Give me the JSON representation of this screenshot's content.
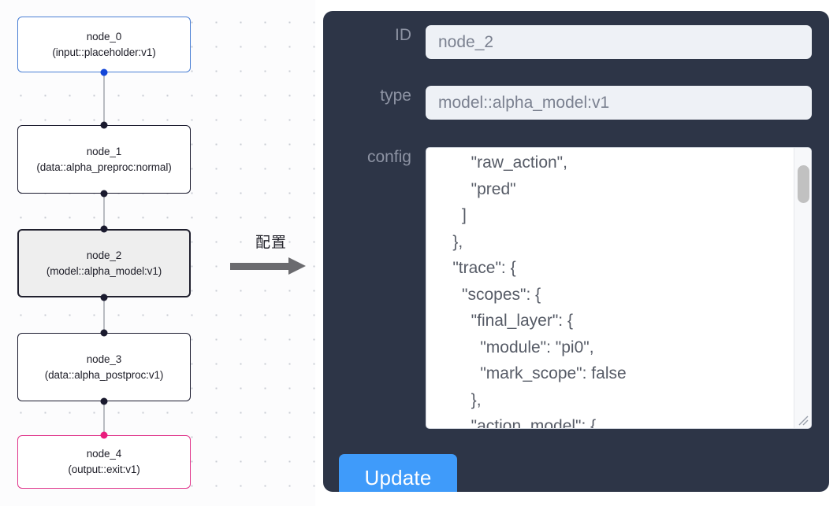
{
  "graph": {
    "nodes": [
      {
        "id": "node_0",
        "label": "node_0",
        "sublabel": "(input::placeholder:v1)",
        "kind": "input",
        "selected": false,
        "border_color": "#4a7fd4"
      },
      {
        "id": "node_1",
        "label": "node_1",
        "sublabel": "(data::alpha_preproc:normal)",
        "kind": "default",
        "selected": false,
        "border_color": "#1a1a2e"
      },
      {
        "id": "node_2",
        "label": "node_2",
        "sublabel": "(model::alpha_model:v1)",
        "kind": "model",
        "selected": true,
        "border_color": "#20202e",
        "fill_color": "#eeeeee"
      },
      {
        "id": "node_3",
        "label": "node_3",
        "sublabel": "(data::alpha_postproc:v1)",
        "kind": "default",
        "selected": false,
        "border_color": "#1a1a2e"
      },
      {
        "id": "node_4",
        "label": "node_4",
        "sublabel": "(output::exit:v1)",
        "kind": "output",
        "selected": false,
        "border_color": "#e0358b"
      }
    ],
    "edges": [
      {
        "from": "node_0",
        "to": "node_1"
      },
      {
        "from": "node_1",
        "to": "node_2"
      },
      {
        "from": "node_2",
        "to": "node_3"
      },
      {
        "from": "node_3",
        "to": "node_4"
      }
    ],
    "port_colors": {
      "default": "#1a1a2e",
      "input": "#1346d8",
      "output": "#ea1c7d"
    },
    "edge_color": "#b9bcc2"
  },
  "transition": {
    "label": "配置",
    "arrow_color": "#6b6b6f",
    "arrow_icon": "arrow-right-icon"
  },
  "inspector": {
    "background_color": "#2d3547",
    "accent_color": "#3f9bfa",
    "fields": {
      "id": {
        "label": "ID",
        "value": "node_2",
        "placeholder": "node id"
      },
      "type": {
        "label": "type",
        "value": "model::alpha_model:v1",
        "placeholder": "node type"
      },
      "config": {
        "label": "config",
        "value": "        \"raw_action\",\n        \"pred\"\n      ]\n    },\n    \"trace\": {\n      \"scopes\": {\n        \"final_layer\": {\n          \"module\": \"pi0\",\n          \"mark_scope\": false\n        },\n        \"action_model\": {",
        "placeholder": "config json"
      }
    },
    "update_button": {
      "label": "Update"
    },
    "scrollbar": {
      "thumb_position_pct": 6,
      "thumb_size_pct": 13
    }
  }
}
